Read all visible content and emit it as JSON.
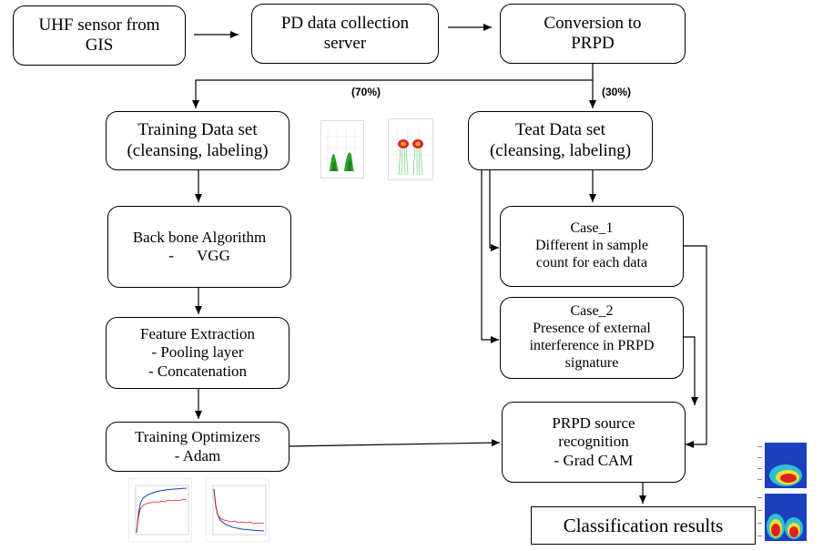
{
  "nodes": {
    "uhf_sensor": {
      "line1": "UHF sensor from",
      "line2": "GIS"
    },
    "pd_server": {
      "line1": "PD data collection",
      "line2": "server"
    },
    "conversion": {
      "line1": "Conversion to",
      "line2": "PRPD"
    },
    "training_set": {
      "line1": "Training Data set",
      "line2": "(cleansing, labeling)"
    },
    "test_set": {
      "line1": "Teat Data set",
      "line2": "(cleansing, labeling)"
    },
    "backbone": {
      "line1": "Back bone Algorithm",
      "line2": "-      VGG"
    },
    "feature": {
      "line1": "Feature Extraction",
      "line2": "- Pooling layer",
      "line3": "- Concatenation"
    },
    "optimizer": {
      "line1": "Training Optimizers",
      "line2": "- Adam"
    },
    "case1": {
      "line1": "Case_1",
      "line2": "Different in sample",
      "line3": "count for each data"
    },
    "case2": {
      "line1": "Case_2",
      "line2": "Presence of external",
      "line3": "interference in PRPD",
      "line4": "signature"
    },
    "recognition": {
      "line1": "PRPD source",
      "line2": "recognition",
      "line3": "- Grad CAM"
    },
    "classification": {
      "label": "Classification results"
    }
  },
  "split_labels": {
    "training": "(70%)",
    "test": "(30%)"
  },
  "colors": {
    "line": "#000000",
    "prpd_green": "#2e9e2e",
    "heat_red": "#e02020",
    "heat_blue": "#1a3fbf",
    "heat_yellow": "#f0e030"
  },
  "thumbnails": [
    "prpd-pattern-1",
    "prpd-pattern-2",
    "training-accuracy-curve",
    "training-loss-curve",
    "grad-cam-heatmap-1",
    "grad-cam-heatmap-2"
  ]
}
